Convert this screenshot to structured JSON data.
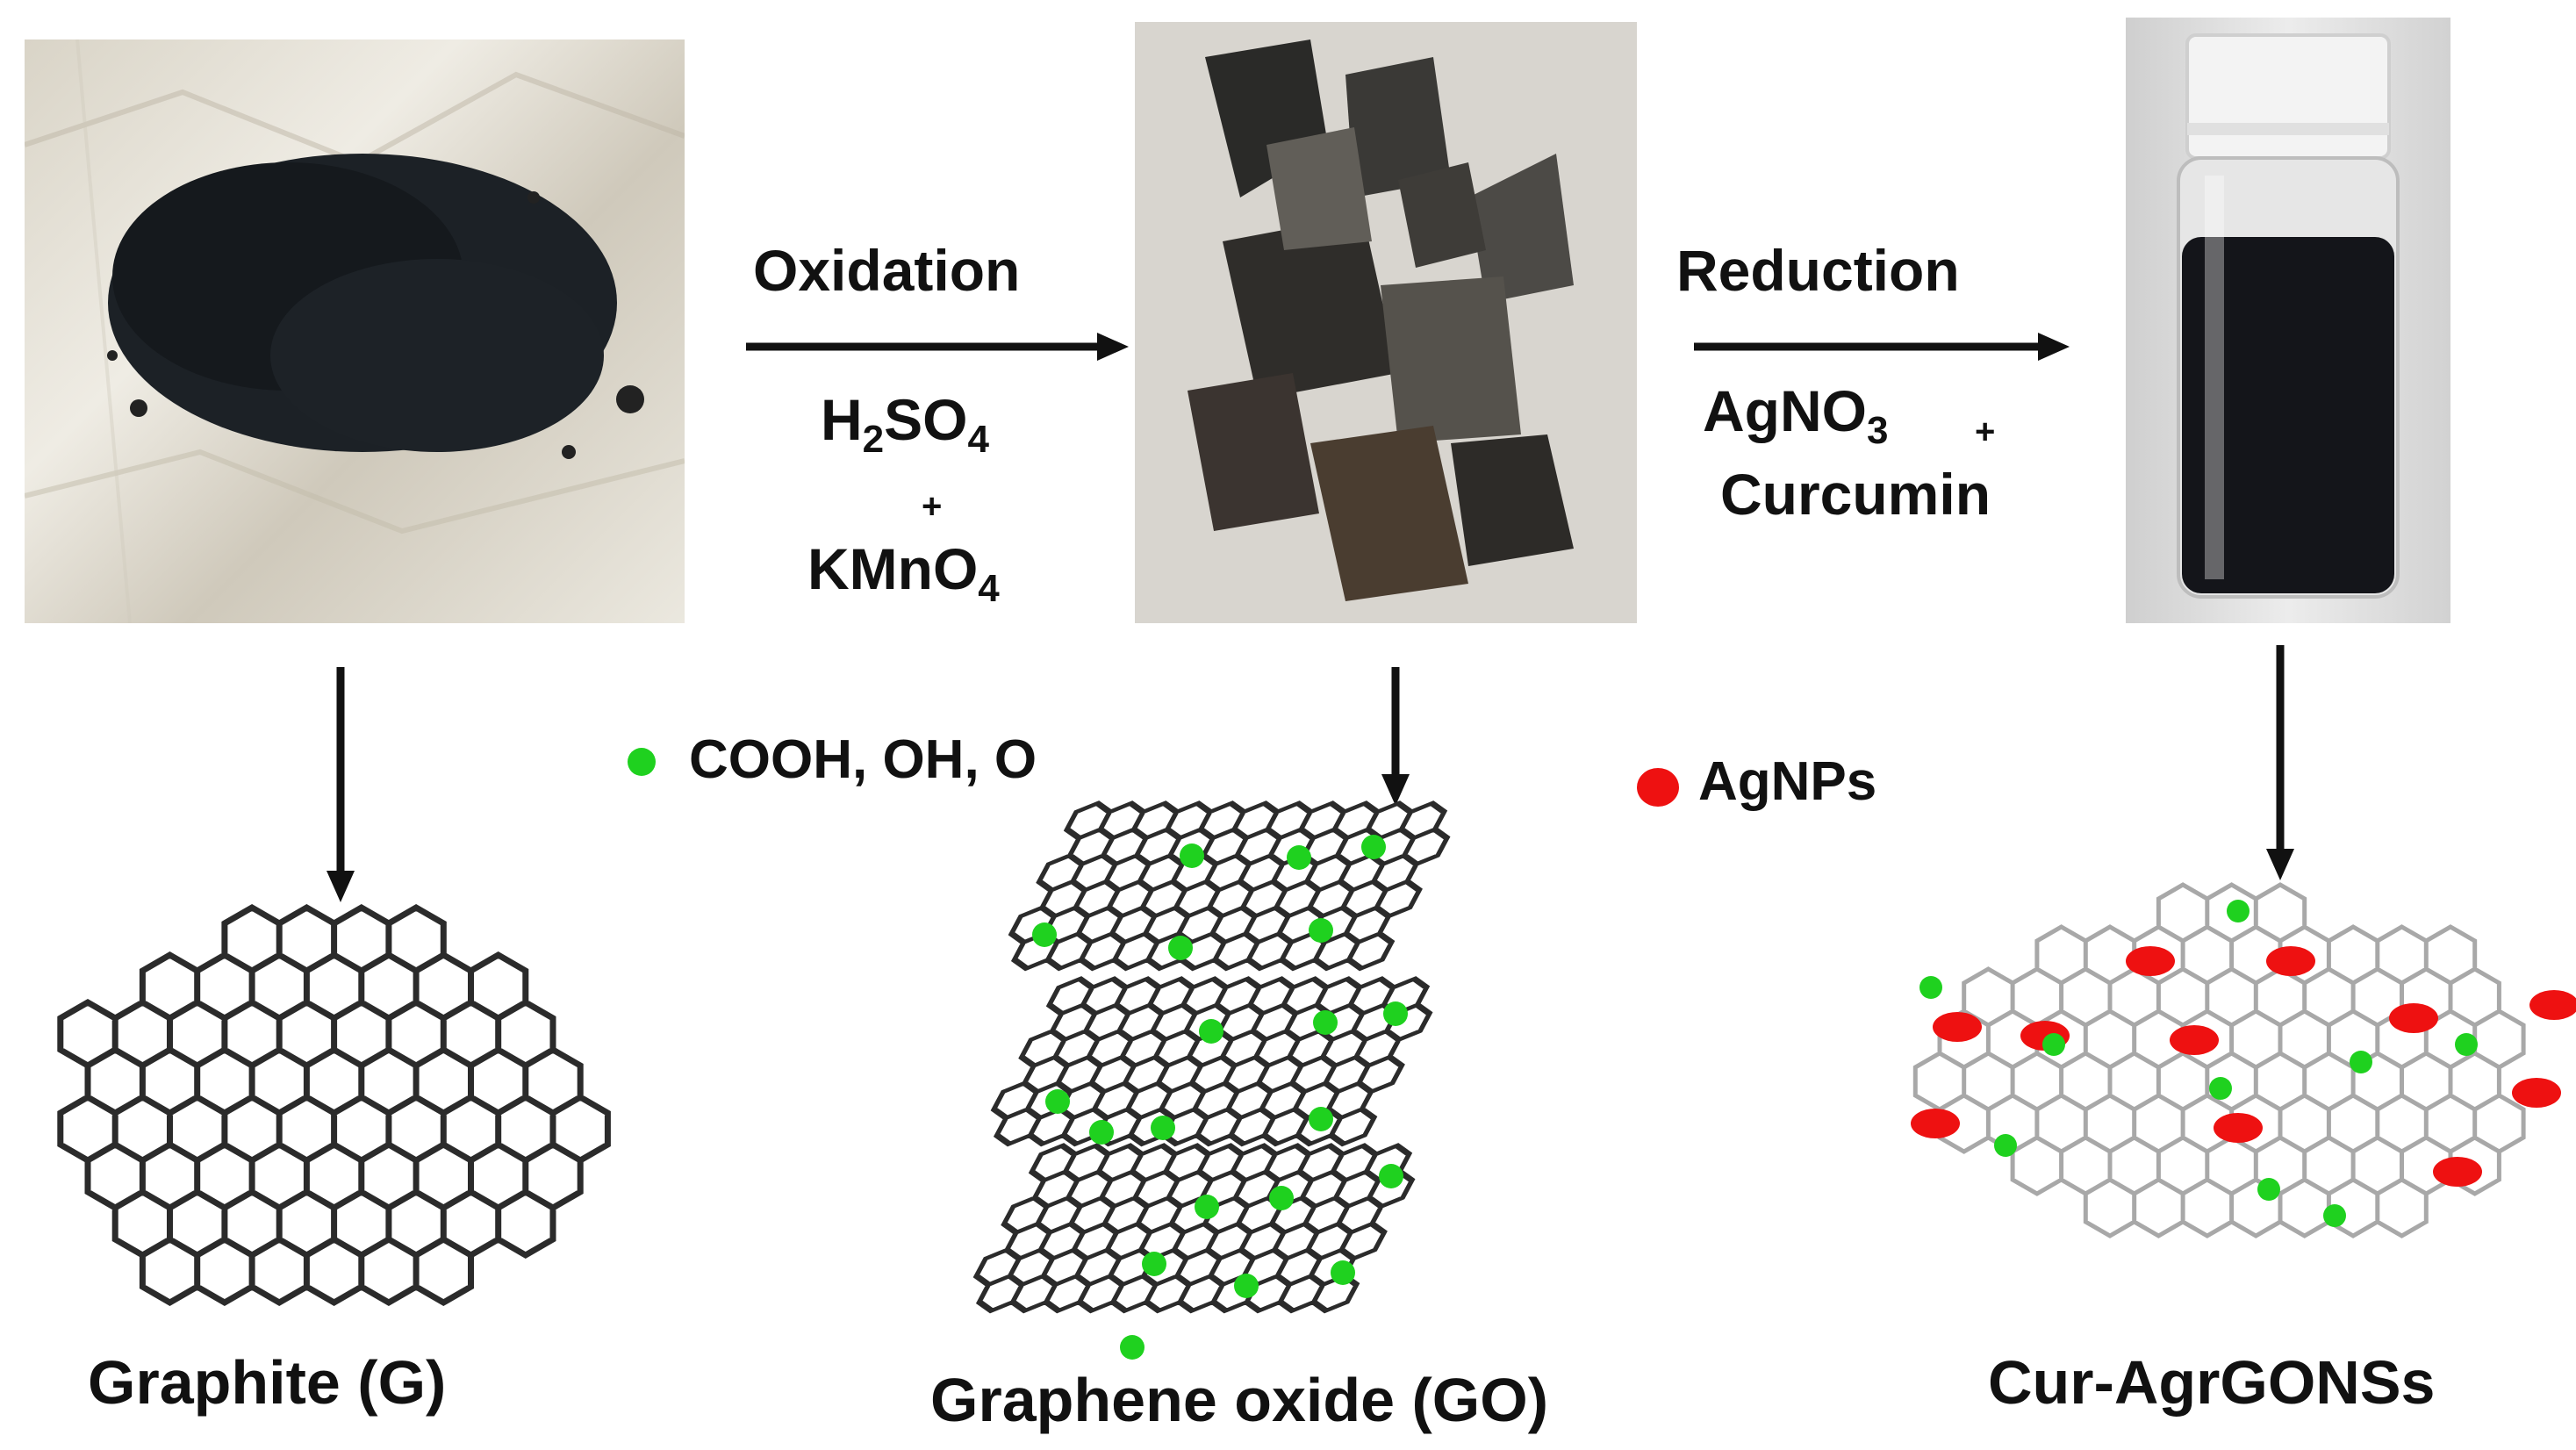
{
  "steps": {
    "oxidation": {
      "label": "Oxidation",
      "reagent1": "H",
      "reagent1_sub1": "2",
      "reagent1_mid": "SO",
      "reagent1_sub2": "4",
      "plus": "+",
      "reagent2": "KMnO",
      "reagent2_sub": "4"
    },
    "reduction": {
      "label": "Reduction",
      "reagent1": "AgNO",
      "reagent1_sub": "3",
      "plus": "+",
      "reagent2": "Curcumin"
    }
  },
  "legend": {
    "groups": {
      "label": "COOH, OH, O",
      "color": "#1fd11f"
    },
    "agnps": {
      "label": "AgNPs",
      "color": "#ee1111"
    }
  },
  "captions": {
    "graphite": "Graphite (G)",
    "go": "Graphene oxide (GO)",
    "product": "Cur-AgrGONSs"
  },
  "colors": {
    "lattice_dark": "#2b2b2b",
    "lattice_gray": "#a8a8a8",
    "arrow": "#111111"
  },
  "icons": [
    "graphite-powder-photo",
    "graphene-oxide-flakes-photo",
    "vial-photo"
  ]
}
